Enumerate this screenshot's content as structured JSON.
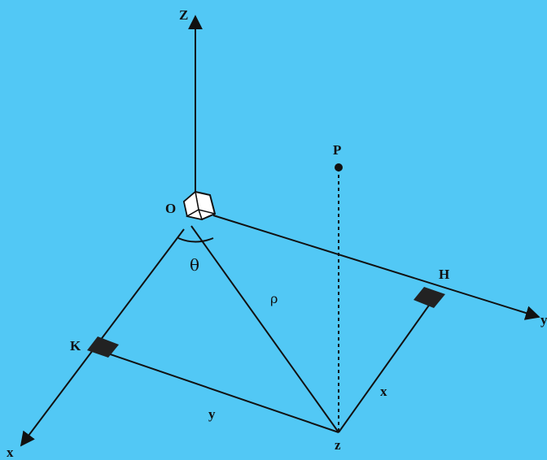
{
  "background": "#52c8f5",
  "ink": "#111111",
  "labels": {
    "z_axis": "Z",
    "origin": "O",
    "point_p": "P",
    "point_h": "H",
    "point_k": "K",
    "y_axis": "y",
    "x_axis": "x",
    "angle": "θ",
    "radius": "ρ",
    "x_segment": "x",
    "y_segment": "y",
    "foot_z": "z"
  }
}
